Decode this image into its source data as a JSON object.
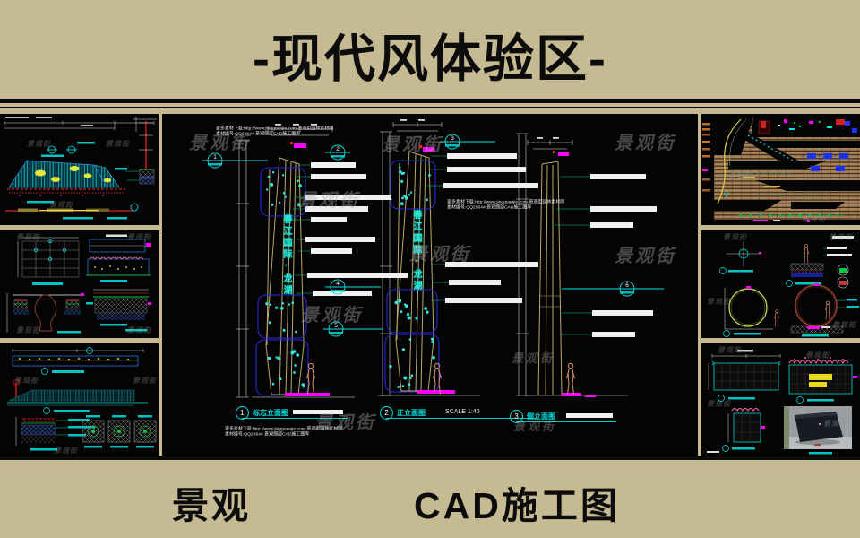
{
  "title": "-现代风体验区-",
  "footer": {
    "left": "景观",
    "right": "CAD施工图"
  },
  "watermark": {
    "brand": "景观街",
    "line1": "更多素材下载:http://www.jingguanjie.com-景观街园林素材网",
    "line2": "素材编号:QQ29644  景观细部CAD施工图库"
  },
  "center": {
    "pylon_text": "春江国际·龙湖",
    "scale_note": "SCALE 1:40",
    "labels": [
      {
        "num": "1",
        "text": "标志立面图"
      },
      {
        "num": "2",
        "text": "正立面图"
      },
      {
        "num": "3",
        "text": "侧立面图"
      }
    ],
    "callouts": [
      "1",
      "2",
      "3",
      "4",
      "5",
      "6"
    ]
  },
  "colors": {
    "background": "#c6ba92",
    "panel": "#040404",
    "cad_cyan": "#00e5e5",
    "cad_magenta": "#ff00ff",
    "cad_blue": "#2828d8",
    "cad_tan": "#b9a86a",
    "cad_red": "#ff2a2a",
    "cad_green": "#00cc44",
    "cad_yellow": "#e8d820",
    "text": "#0c0c0c"
  }
}
